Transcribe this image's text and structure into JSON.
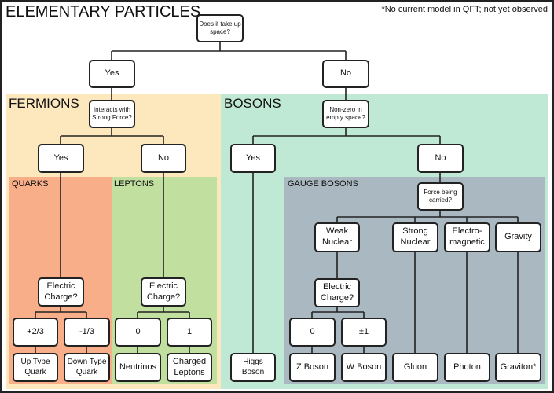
{
  "title": "ELEMENTARY PARTICLES",
  "footnote": "*No current model in QFT; not yet observed",
  "regions": {
    "fermions": "FERMIONS",
    "bosons": "BOSONS",
    "quarks": "QUARKS",
    "leptons": "LEPTONS",
    "gauge_bosons": "GAUGE BOSONS"
  },
  "colors": {
    "fermions": "#fde8be",
    "bosons": "#bfe9d5",
    "quarks": "#f8ae88",
    "leptons": "#c1df9f",
    "gauge_bosons": "#a9b8c1"
  },
  "nodes": {
    "q_space": "Does it take up space?",
    "yes1": "Yes",
    "no1": "No",
    "q_strong": "Interacts with Strong Force?",
    "q_empty": "Non-zero in empty space?",
    "yes2": "Yes",
    "no2": "No",
    "yes3": "Yes",
    "no3": "No",
    "q_force": "Force being carried?",
    "weak": "Weak Nuclear",
    "strong": "Strong Nuclear",
    "em": "Electro-magnetic",
    "gravity": "Gravity",
    "q_charge_quarks": "Electric Charge?",
    "q_charge_leptons": "Electric Charge?",
    "q_charge_weak": "Electric Charge?",
    "c_p23": "+2/3",
    "c_m13": "-1/3",
    "c_l0": "0",
    "c_l1": "1",
    "c_w0": "0",
    "c_wpm": "±1",
    "up": "Up Type Quark",
    "down": "Down Type Quark",
    "neutrinos": "Neutrinos",
    "charged": "Charged Leptons",
    "higgs": "Higgs Boson",
    "z": "Z Boson",
    "w": "W Boson",
    "gluon": "Gluon",
    "photon": "Photon",
    "graviton": "Graviton*"
  }
}
